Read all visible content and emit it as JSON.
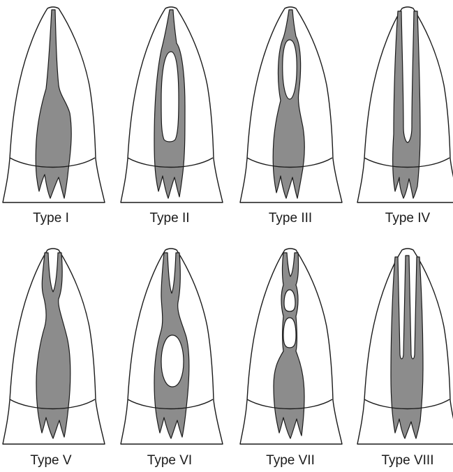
{
  "diagram": {
    "types": [
      {
        "label": "Type I"
      },
      {
        "label": "Type II"
      },
      {
        "label": "Type III"
      },
      {
        "label": "Type IV"
      },
      {
        "label": "Type V"
      },
      {
        "label": "Type VI"
      },
      {
        "label": "Type VII"
      },
      {
        "label": "Type VIII"
      }
    ]
  },
  "colors": {
    "canal_fill": "#8c8c8c",
    "outline": "#1a1a1a",
    "background": "#ffffff"
  }
}
